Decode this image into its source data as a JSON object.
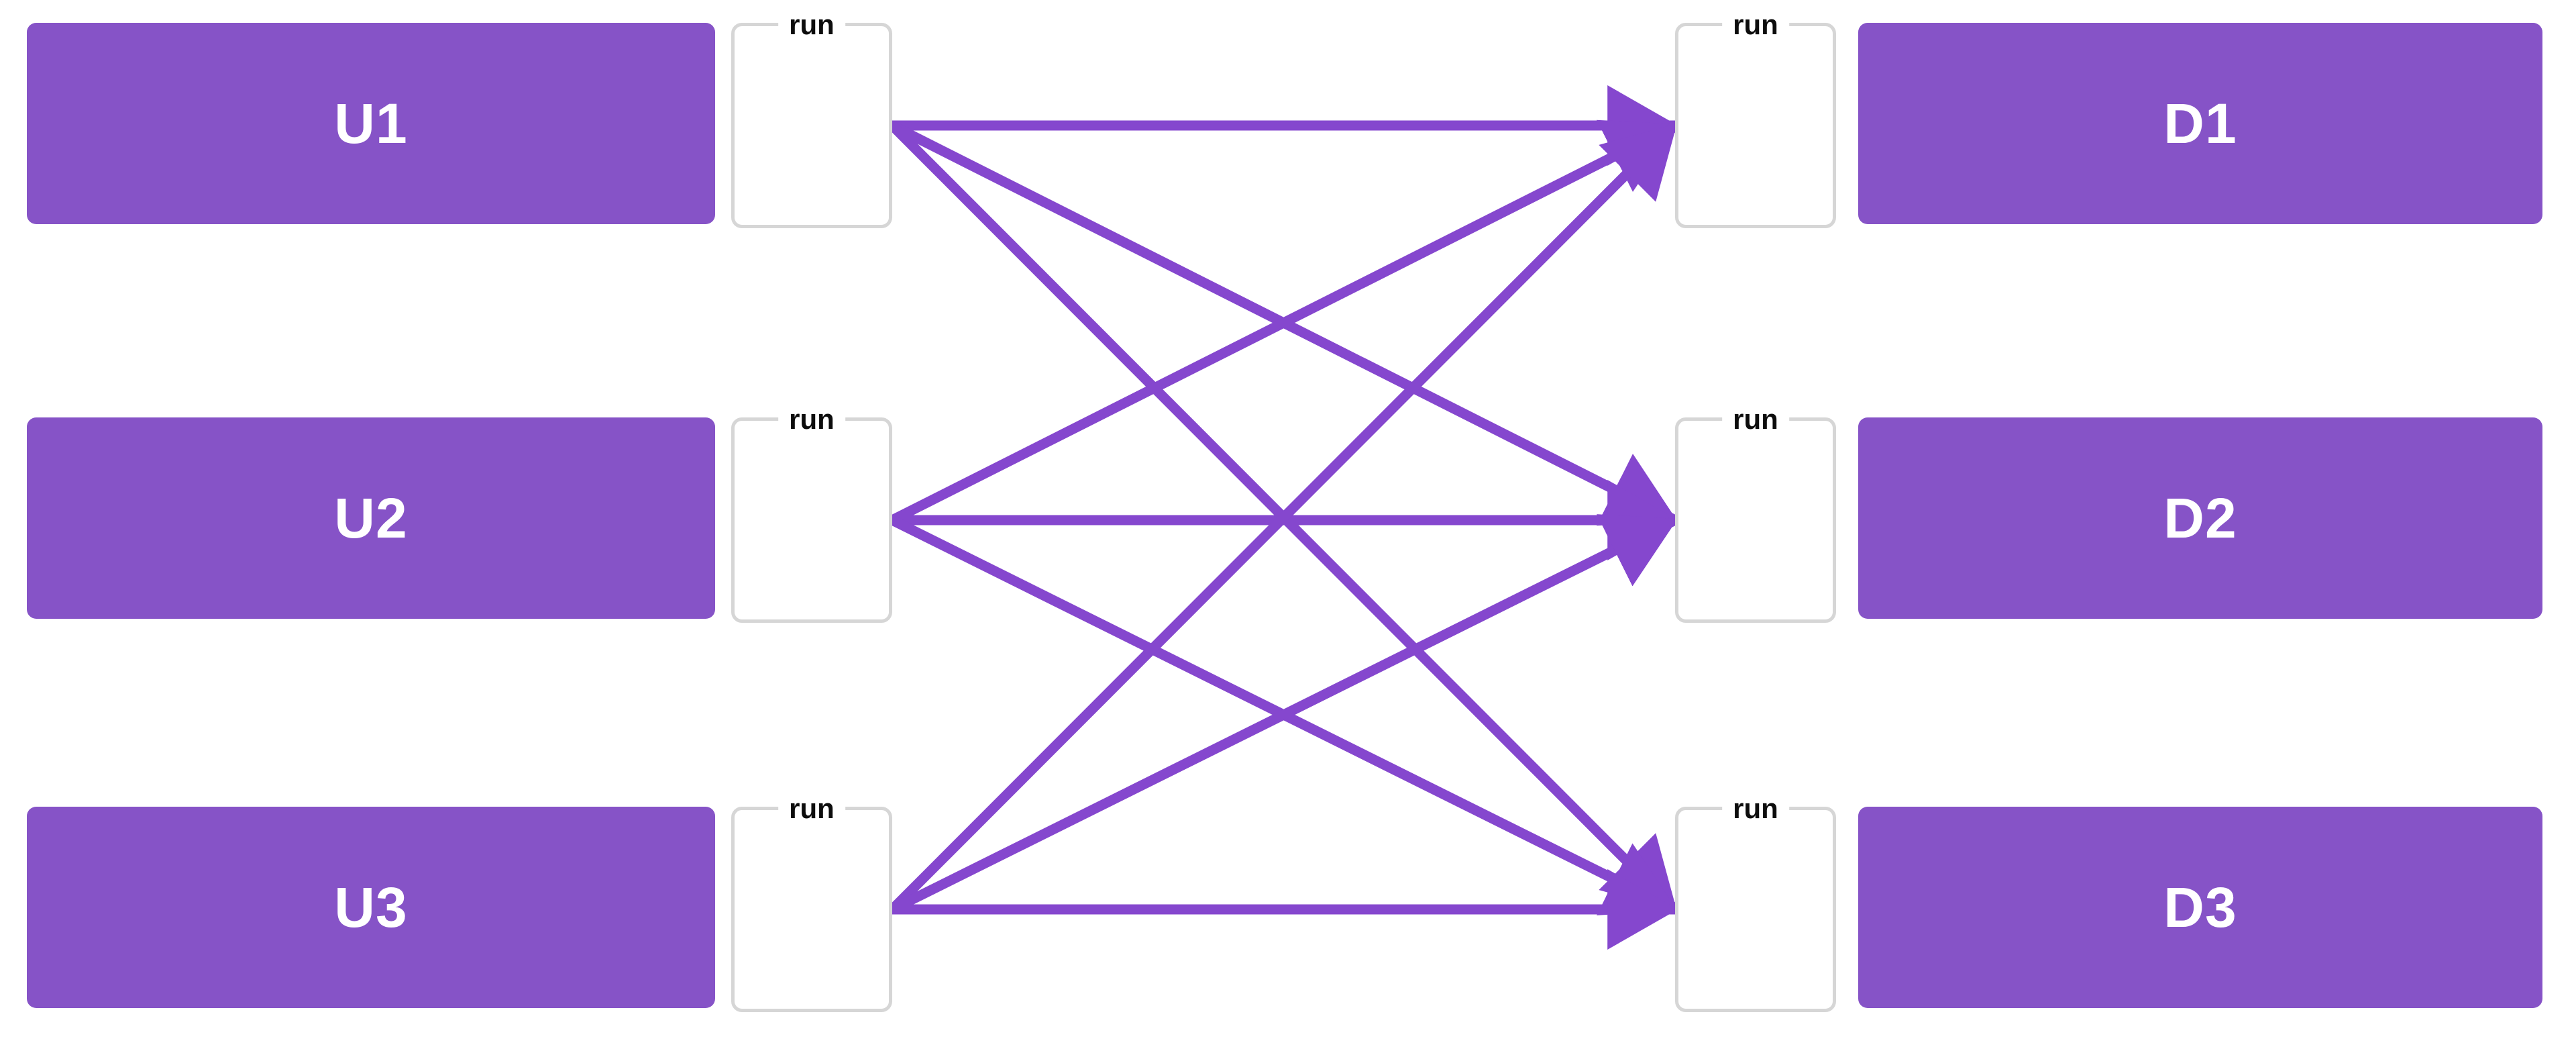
{
  "diagram": {
    "cluster_label": "run",
    "upstream_nodes": [
      {
        "id": "U1",
        "label": "U1"
      },
      {
        "id": "U2",
        "label": "U2"
      },
      {
        "id": "U3",
        "label": "U3"
      }
    ],
    "downstream_nodes": [
      {
        "id": "D1",
        "label": "D1"
      },
      {
        "id": "D2",
        "label": "D2"
      },
      {
        "id": "D3",
        "label": "D3"
      }
    ],
    "edges": [
      {
        "from": "U1",
        "to": "D1"
      },
      {
        "from": "U1",
        "to": "D2"
      },
      {
        "from": "U1",
        "to": "D3"
      },
      {
        "from": "U2",
        "to": "D1"
      },
      {
        "from": "U2",
        "to": "D2"
      },
      {
        "from": "U2",
        "to": "D3"
      },
      {
        "from": "U3",
        "to": "D1"
      },
      {
        "from": "U3",
        "to": "D2"
      },
      {
        "from": "U3",
        "to": "D3"
      }
    ],
    "colors": {
      "node_fill": "#8653C7",
      "node_text": "#ffffff",
      "edge": "#8547CE",
      "cluster_border": "#d6d6d6",
      "cluster_label_text": "#0d0d0d",
      "background": "#ffffff"
    },
    "edge_stroke_width": 15
  }
}
